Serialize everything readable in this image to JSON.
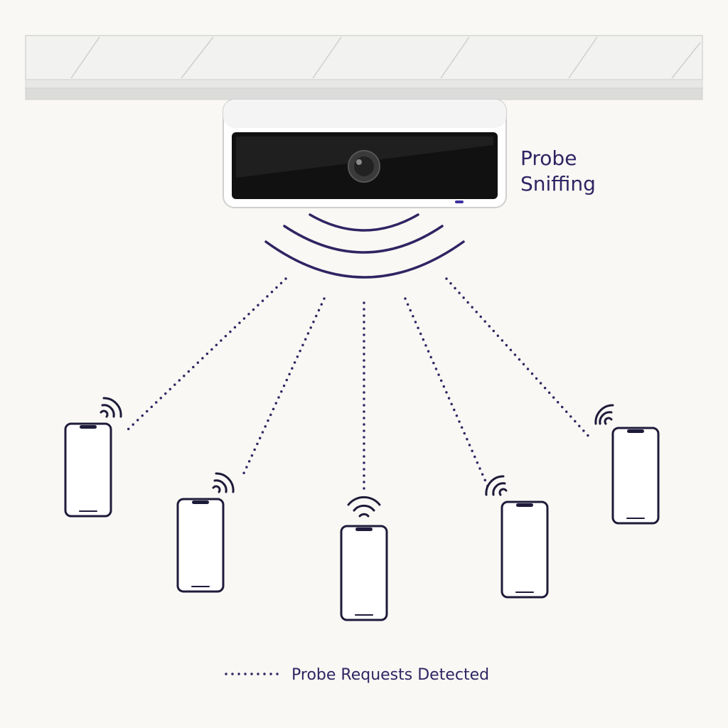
{
  "device_label": {
    "line1": "Probe",
    "line2": "Sniffing"
  },
  "legend": {
    "label": "Probe Requests Detected"
  },
  "colors": {
    "accent": "#2f2563",
    "background": "#f9f8f4",
    "device_body": "#ffffff",
    "device_screen": "#111111",
    "ceiling": "#eeeeee"
  },
  "icons": {
    "sensor": "ceiling-sensor-icon",
    "broadcast": "broadcast-arcs-icon",
    "phone": "smartphone-icon",
    "wifi": "wifi-signal-icon"
  },
  "phone_count": 5
}
